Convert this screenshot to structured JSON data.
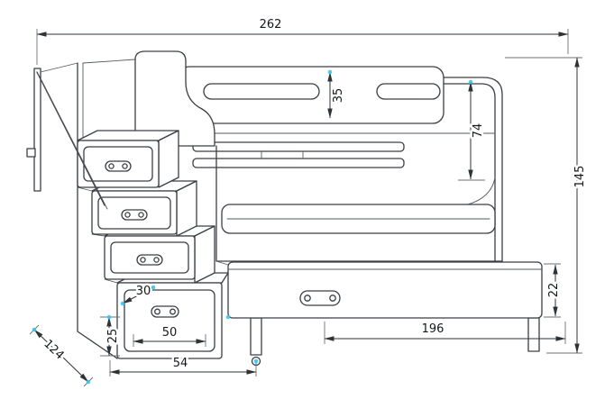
{
  "drawing": {
    "type": "technical-drawing",
    "subject": "bunk bed with staircase drawers and under-bed drawer",
    "unit": "cm",
    "colors": {
      "line": "#3a3f45",
      "dimension_line": "#2e3338",
      "text": "#14181b",
      "accent_dot": "#3cc6ea",
      "background": "#ffffff"
    }
  },
  "dims": {
    "total_width": "262",
    "total_height": "145",
    "rail_height": "35",
    "clearance_height": "74",
    "drawer_front_height": "22",
    "drawer_length": "196",
    "stairs_width": "54",
    "unit_depth": "124",
    "step_tread_depth": "30",
    "step_riser_height": "25",
    "step_drawer_width": "50"
  }
}
